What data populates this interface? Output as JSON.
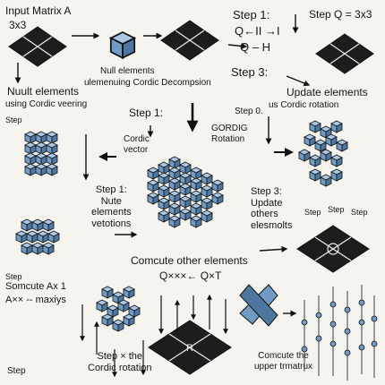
{
  "labels": {
    "input_matrix": "Input Matrix A",
    "input_dims": "3x3",
    "step1_top": "Step 1:",
    "step_q": "Step Q = 3x3",
    "q_formula": "Q←II  →I",
    "qh_formula": "Q – H",
    "null_elems_top": "Null elements",
    "ulemenuing": "ulemenuing Cordic Decompsion",
    "step3_top": "Step 3:",
    "nuult_elements": "Nuult elements",
    "using_cordic_veering": "using Cordic veering",
    "update_elements": "Update elements",
    "us_cordic_rotation": "us Cordic rotation",
    "step_left": "Step",
    "step1_mid": "Step 1:",
    "cordic_vector": "Cordic\nvector",
    "step_o": "Step 0.",
    "gordig": "GORDIG\nRotation",
    "step1_nute": "Step 1:\nNute\nelements\nvetotions",
    "step3_update": "Step 3:\nUpdate\nothers\nelesmolts",
    "compute_other": "Comcute other elements",
    "q_formula_2": "Q×××← Q×T",
    "step_lower": "Step",
    "sompute_ax1": "Somcute Ax 1",
    "axx_maxis": "A×× -- maxiys",
    "step_bottom": "Step",
    "step_the": "Step × the\nCordic rotation",
    "comcute_upper": "Comcute the\nupper trmatrux",
    "step_right1": "Step",
    "step_right2": "Step",
    "step_right3": "Step"
  },
  "colors": {
    "cube": "#6f9bc4",
    "cube_top": "#a9c8e6",
    "cube_side": "#4d779e",
    "dark": "#1a1a1a"
  }
}
